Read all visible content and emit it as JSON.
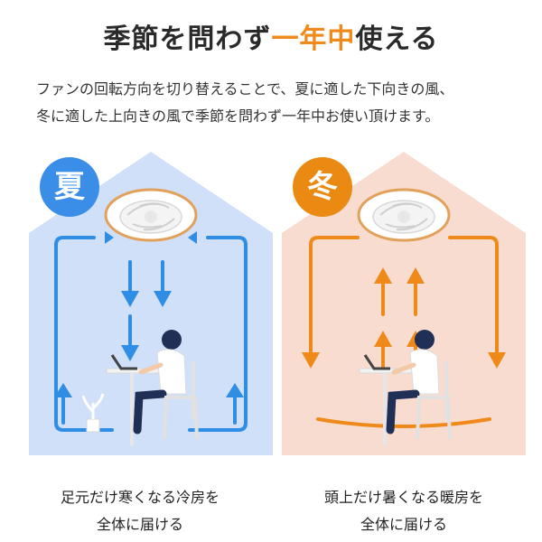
{
  "headline": {
    "before": "季節を問わず",
    "accent": "一年中",
    "after": "使える",
    "accent_color": "#f08a1c"
  },
  "description": {
    "line1": "ファンの回転方向を切り替えることで、夏に適した下向きの風、",
    "line2": "冬に適した上向きの風で季節を問わず一年中お使い頂けます。"
  },
  "summer": {
    "badge": "夏",
    "badge_color": "#3a8ee8",
    "house_color": "#cfe0f8",
    "arrow_color": "#2f8de4",
    "caption_line1": "足元だけ寒くなる冷房を",
    "caption_line2": "全体に届ける"
  },
  "winter": {
    "badge": "冬",
    "badge_color": "#ea8a12",
    "house_color": "#f8dccf",
    "arrow_color": "#ef8a1a",
    "caption_line1": "頭上だけ暑くなる暖房を",
    "caption_line2": "全体に届ける"
  },
  "icons": {
    "fan": "ceiling-fan-icon",
    "person": "person-at-laptop-icon",
    "plant": "plant-icon"
  }
}
